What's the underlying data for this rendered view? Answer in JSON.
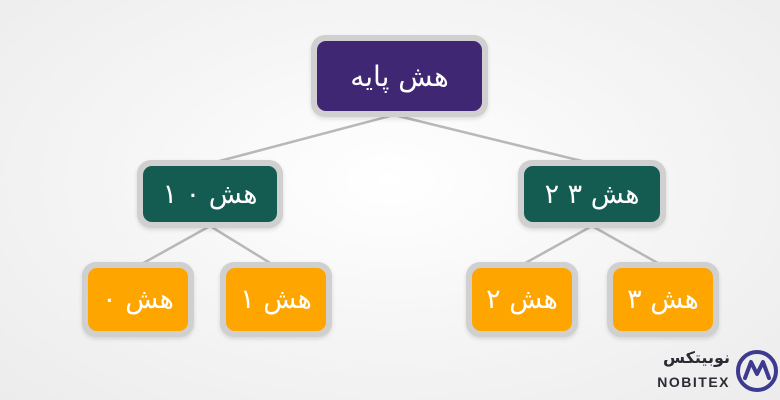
{
  "tree": {
    "root": {
      "label": "هش پایه"
    },
    "left_branch": {
      "label": "هش ۰ ۱",
      "children": [
        {
          "label": "هش ۰"
        },
        {
          "label": "هش ۱"
        }
      ]
    },
    "right_branch": {
      "label": "هش ۳ ۲",
      "children": [
        {
          "label": "هش ۲"
        },
        {
          "label": "هش ۳"
        }
      ]
    }
  },
  "colors": {
    "root": "#3f2773",
    "branch": "#145c52",
    "leaf": "#ffa500",
    "border": "#d0d0d0",
    "edge": "#b8b8b8"
  },
  "brand": {
    "name_fa": "نوبیتکس",
    "name_en": "NOBITEX",
    "logo_icon": "nobitex-logo-icon"
  }
}
